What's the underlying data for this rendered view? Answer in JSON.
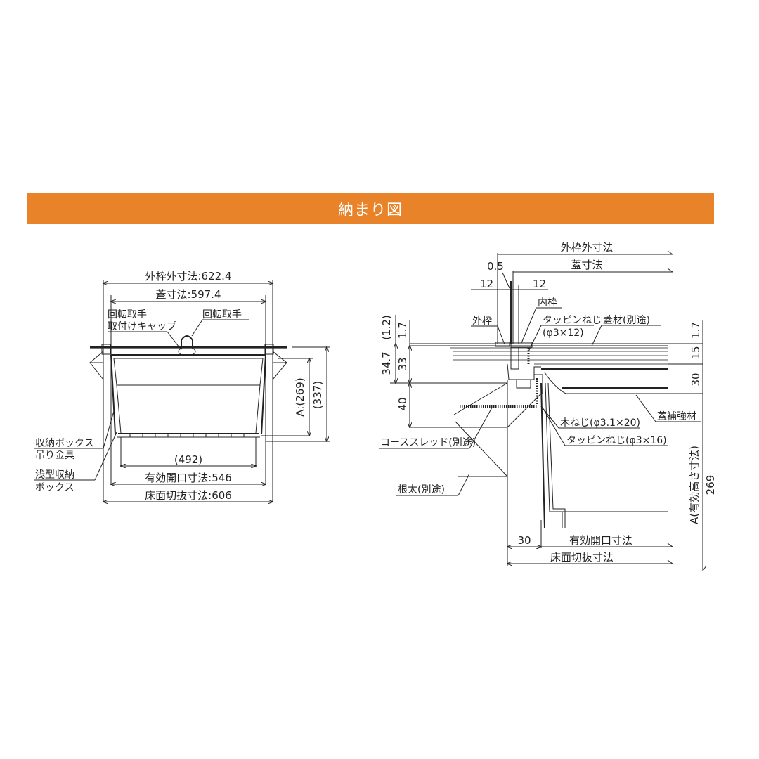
{
  "header": {
    "title": "納まり図",
    "banner_color": "#E8832A"
  },
  "left_view": {
    "dimensions": {
      "outer_frame": "外枠外寸法:622.4",
      "lid": "蓋寸法:597.4",
      "inner_width": "(492)",
      "effective_opening": "有効開口寸法:546",
      "floor_cutout": "床面切抜寸法:606",
      "height_a": "A:(269)",
      "height_total": "(337)"
    },
    "labels": {
      "handle_cap_line1": "回転取手",
      "handle_cap_line2": "取付けキャップ",
      "handle": "回転取手",
      "box_hanger_line1": "収納ボックス",
      "box_hanger_line2": "吊り金具",
      "shallow_box_line1": "浅型収納",
      "shallow_box_line2": "ボックス"
    }
  },
  "right_view": {
    "dimensions": {
      "outer_frame": "外枠外寸法",
      "lid": "蓋寸法",
      "gap": "0.5",
      "left_12": "12",
      "right_12": "12",
      "left_1_2": "(1.2)",
      "left_1_7": "1.7",
      "left_34_7": "34.7",
      "left_33": "33",
      "left_40": "40",
      "right_1_7": "1.7",
      "right_15": "15",
      "right_30": "30",
      "bottom_30": "30",
      "effective_opening": "有効開口寸法",
      "floor_cutout": "床面切抜寸法",
      "a_height_label": "A(有効高さ寸法)",
      "a_height_value": "269"
    },
    "labels": {
      "inner_frame": "内枠",
      "outer_frame": "外枠",
      "tapping_screw_1": "タッピンねじ",
      "tapping_screw_1_spec": "(φ3×12)",
      "lid_material": "蓋材(別途)",
      "lid_reinforcement": "蓋補強材",
      "wood_screw": "木ねじ(φ3.1×20)",
      "tapping_screw_2": "タッピンねじ(φ3×16)",
      "coarse_sled": "コーススレッド(別途)",
      "joist": "根太(別途)"
    }
  }
}
